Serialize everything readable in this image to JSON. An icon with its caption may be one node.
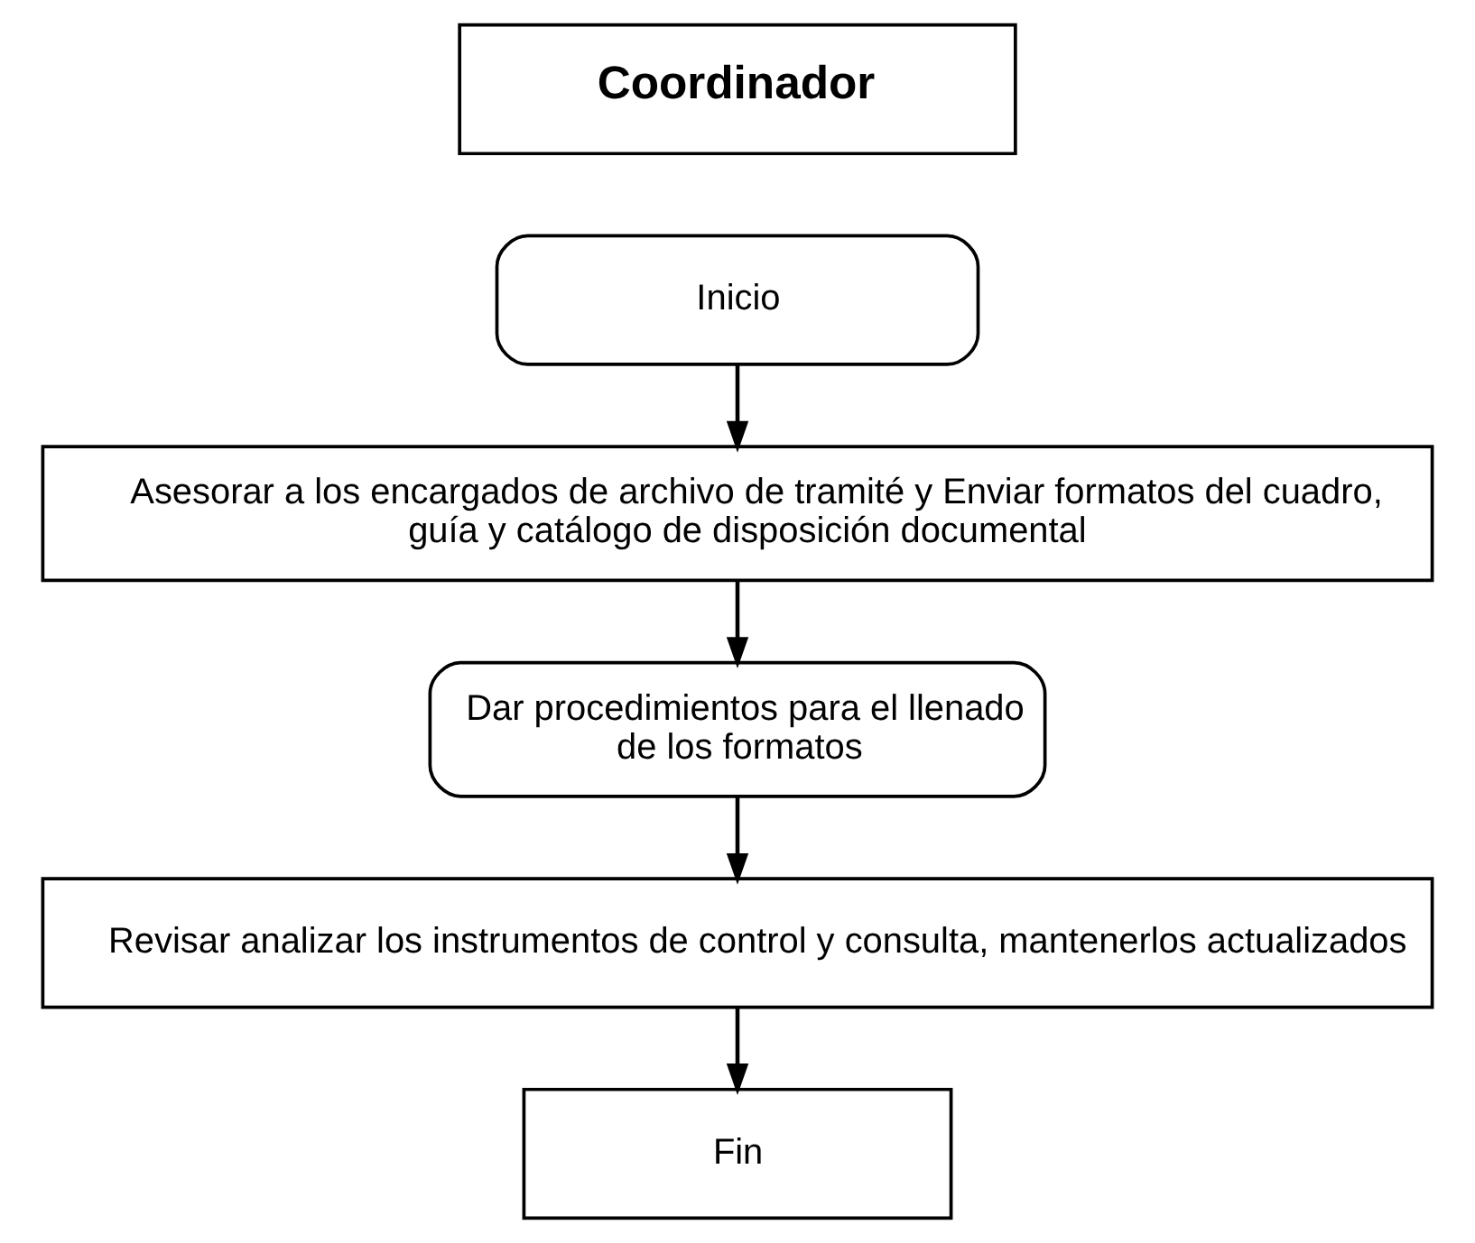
{
  "diagram": {
    "nodes": [
      {
        "text": [
          "Coordinador"
        ]
      },
      {
        "text": [
          "Inicio"
        ]
      },
      {
        "text": [
          "Asesorar a los encargados de archivo de tramité y Enviar formatos del cuadro, guía y catálogo de disposición documental"
        ]
      },
      {
        "text": [
          "Dar procedimientos para el llenado de los formatos"
        ]
      },
      {
        "text": [
          "Revisar analizar los instrumentos de control y consulta, mantenerlos actualizados"
        ]
      },
      {
        "text": [
          "Fin"
        ]
      }
    ],
    "edges": [
      {
        "from": 1,
        "to": 2,
        "arrow": "to"
      },
      {
        "from": 2,
        "to": 3,
        "arrow": "to"
      },
      {
        "from": 3,
        "to": 4,
        "arrow": "to"
      },
      {
        "from": 4,
        "to": 5,
        "arrow": "to"
      }
    ]
  }
}
